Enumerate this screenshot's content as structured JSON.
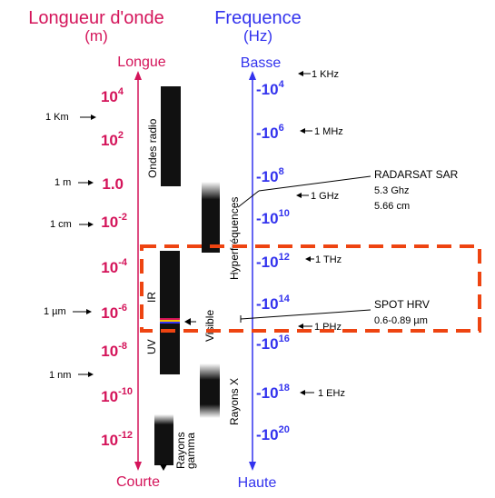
{
  "wavelength_header": {
    "line1": "Longueur d'onde",
    "line2": "(m)",
    "top_label": "Longue",
    "bottom_label": "Courte"
  },
  "frequency_header": {
    "line1": "Frequence",
    "line2": "(Hz)",
    "top_label": "Basse",
    "bottom_label": "Haute"
  },
  "wavelength_ticks": [
    {
      "base": "10",
      "exp": "4"
    },
    {
      "base": "10",
      "exp": "2"
    },
    {
      "base": "1.0",
      "exp": ""
    },
    {
      "base": "10",
      "exp": "-2"
    },
    {
      "base": "10",
      "exp": "-4"
    },
    {
      "base": "10",
      "exp": "-6"
    },
    {
      "base": "10",
      "exp": "-8"
    },
    {
      "base": "10",
      "exp": "-10"
    },
    {
      "base": "10",
      "exp": "-12"
    }
  ],
  "wavelength_markers": [
    "1 Km",
    "1 m",
    "1 cm",
    "1 µm",
    "1 nm"
  ],
  "frequency_ticks": [
    {
      "base": "10",
      "exp": "4"
    },
    {
      "base": "10",
      "exp": "6"
    },
    {
      "base": "10",
      "exp": "8"
    },
    {
      "base": "10",
      "exp": "10"
    },
    {
      "base": "10",
      "exp": "12"
    },
    {
      "base": "10",
      "exp": "14"
    },
    {
      "base": "10",
      "exp": "16"
    },
    {
      "base": "10",
      "exp": "18"
    },
    {
      "base": "10",
      "exp": "20"
    }
  ],
  "frequency_markers": [
    "1 KHz",
    "1 MHz",
    "1 GHz",
    "1 THz",
    "1 PHz",
    "1 EHz"
  ],
  "bands": {
    "radio": "Ondes radio",
    "microwave": "Hyperfréquences",
    "ir": "IR",
    "visible": "Visible",
    "uv": "UV",
    "xray": "Rayons X",
    "gamma_line1": "Rayons",
    "gamma_line2": "gamma"
  },
  "annotations": {
    "radarsat_title": "RADARSAT SAR",
    "radarsat_freq": "5.3 Ghz",
    "radarsat_wave": "5.66 cm",
    "spot_title": "SPOT HRV",
    "spot_range": "0.6-0.89 µm"
  },
  "colors": {
    "wavelength": "#d4145a",
    "frequency": "#3333ee",
    "highlight": "#ee4411",
    "band": "#111111"
  }
}
